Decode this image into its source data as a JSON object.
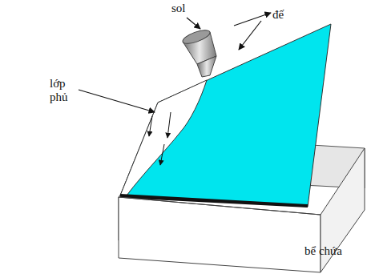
{
  "diagram": {
    "labels": [
      "sol",
      "đế",
      "lớp phủ",
      "bể chứa"
    ]
  }
}
